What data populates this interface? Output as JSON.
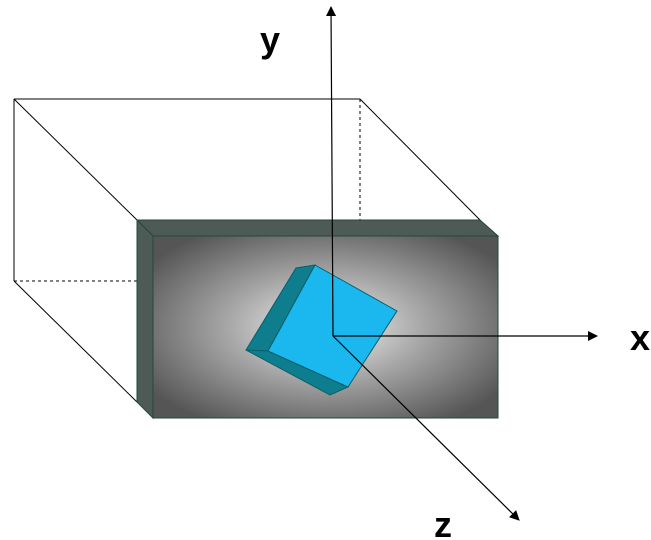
{
  "axes": {
    "x_label": "x",
    "y_label": "y",
    "z_label": "z"
  },
  "colors": {
    "background": "#ffffff",
    "outline": "#000000",
    "slab_face_center": "#f4f4f4",
    "slab_face_edge": "#555555",
    "slab_side": "#4d5a55",
    "slab_edge": "#1f4a40",
    "cube_front": "#1ab8ee",
    "cube_side": "#0e7d8e",
    "cube_edge": "#0a5f69"
  }
}
